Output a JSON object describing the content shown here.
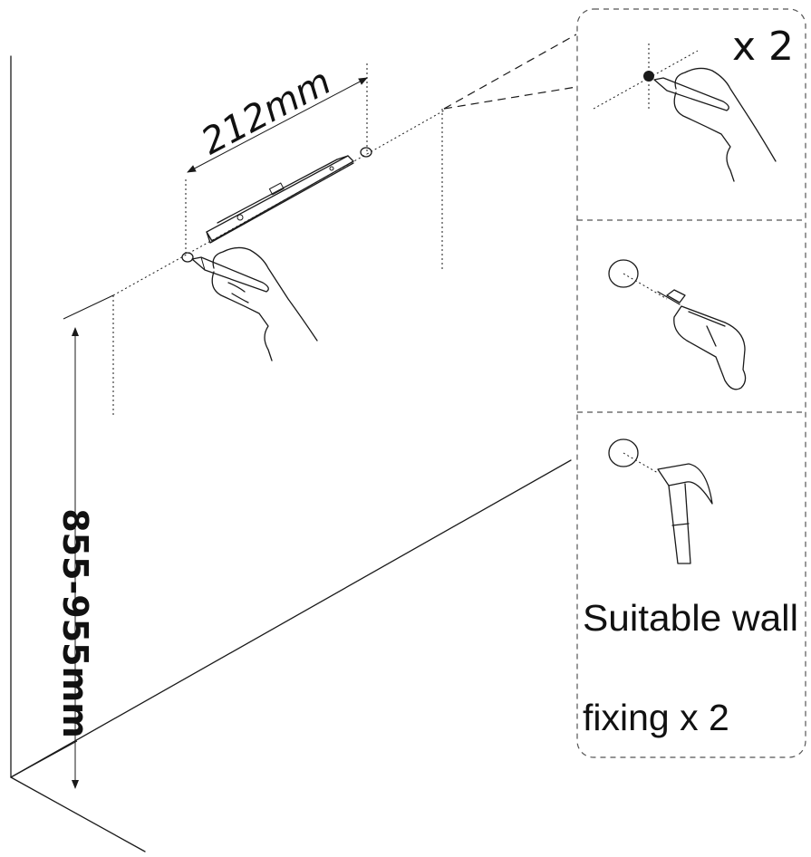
{
  "dimensions": {
    "spacing_label": "212mm",
    "height_label": "855-955mm"
  },
  "panel": {
    "mark_count_label": "x 2",
    "fixing_line1": "Suitable wall",
    "fixing_line2": "fixing  x 2"
  },
  "icons": {
    "level": "spirit-level-icon",
    "pencil_hand": "hand-pencil-icon",
    "drill": "drill-icon",
    "hammer": "hammer-icon"
  },
  "colors": {
    "ink": "#1a1a1a",
    "panel_border": "#555555",
    "background": "#ffffff"
  }
}
